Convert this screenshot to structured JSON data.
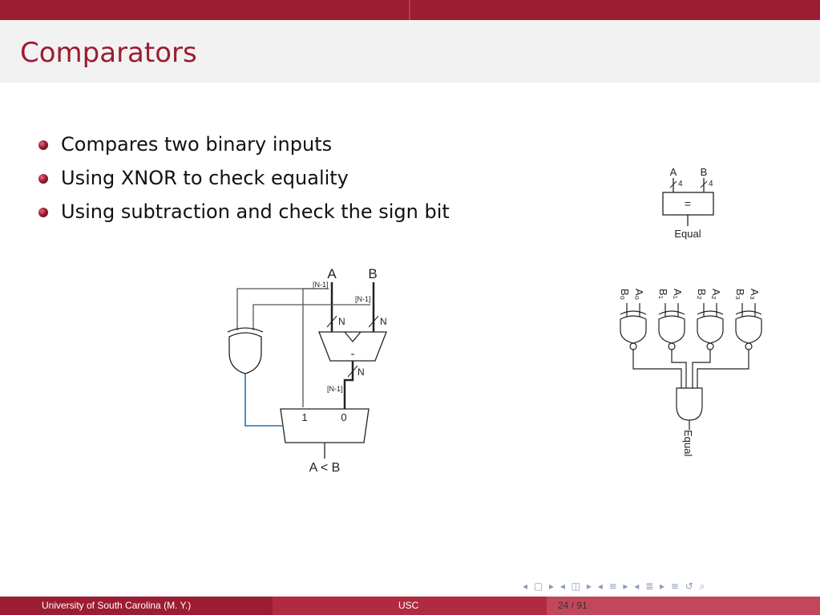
{
  "slide": {
    "title": "Comparators",
    "bullets": [
      "Compares two binary inputs",
      "Using XNOR to check equality",
      "Using subtraction and check the sign bit"
    ]
  },
  "diagram_equal_block": {
    "input_a": "A",
    "input_b": "B",
    "width_a": "4",
    "width_b": "4",
    "operator": "=",
    "output": "Equal"
  },
  "diagram_subtractor": {
    "input_a": "A",
    "input_b": "B",
    "msb_a": "[N-1]",
    "msb_b": "[N-1]",
    "width_a": "N",
    "width_b": "N",
    "operator": "-",
    "width_diff": "N",
    "msb_diff": "[N-1]",
    "mux_in1": "1",
    "mux_in0": "0",
    "output": "A < B"
  },
  "diagram_xnor_and": {
    "inputs": [
      {
        "a": "A₀",
        "b": "B₀"
      },
      {
        "a": "A₁",
        "b": "B₁"
      },
      {
        "a": "A₂",
        "b": "B₂"
      },
      {
        "a": "A₃",
        "b": "B₃"
      }
    ],
    "output": "Equal"
  },
  "footer": {
    "institution": "University of South Carolina  (M. Y.)",
    "short": "USC",
    "page": "24 / 91"
  },
  "nav_icons": [
    "prev-frame-icon",
    "next-frame-icon",
    "prev-section-icon",
    "next-section-icon",
    "search-icon"
  ]
}
